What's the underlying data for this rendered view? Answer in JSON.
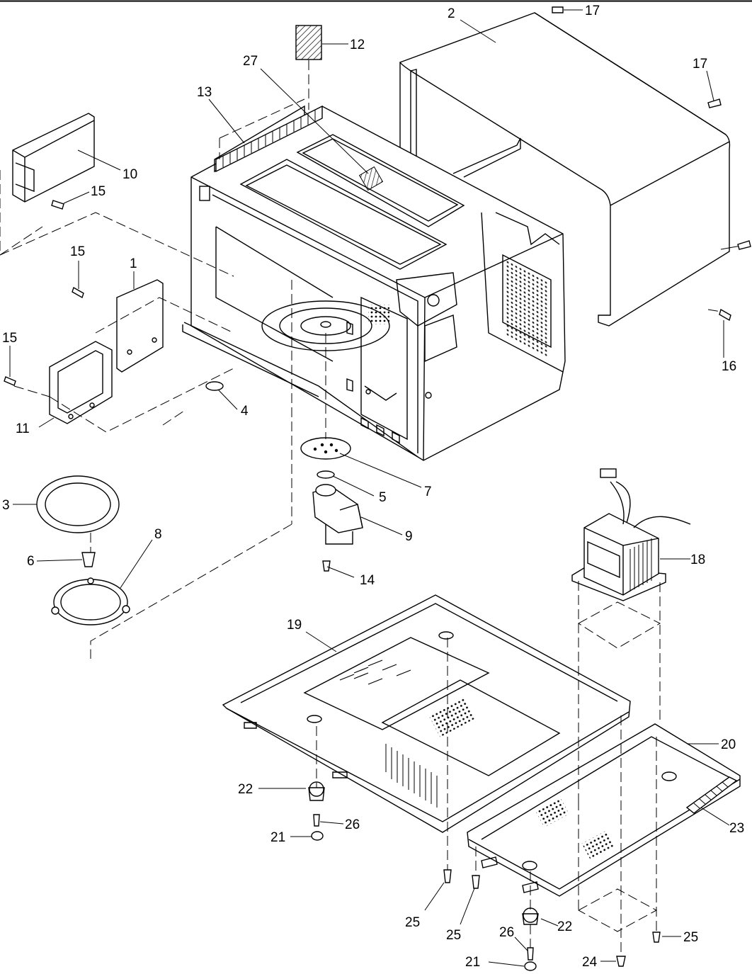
{
  "callouts": [
    "1",
    "2",
    "3",
    "4",
    "5",
    "6",
    "7",
    "8",
    "9",
    "10",
    "11",
    "12",
    "13",
    "14",
    "15",
    "15",
    "15",
    "16",
    "17",
    "17",
    "18",
    "19",
    "20",
    "21",
    "21",
    "22",
    "22",
    "23",
    "24",
    "25",
    "25",
    "25",
    "26",
    "26",
    "27"
  ]
}
